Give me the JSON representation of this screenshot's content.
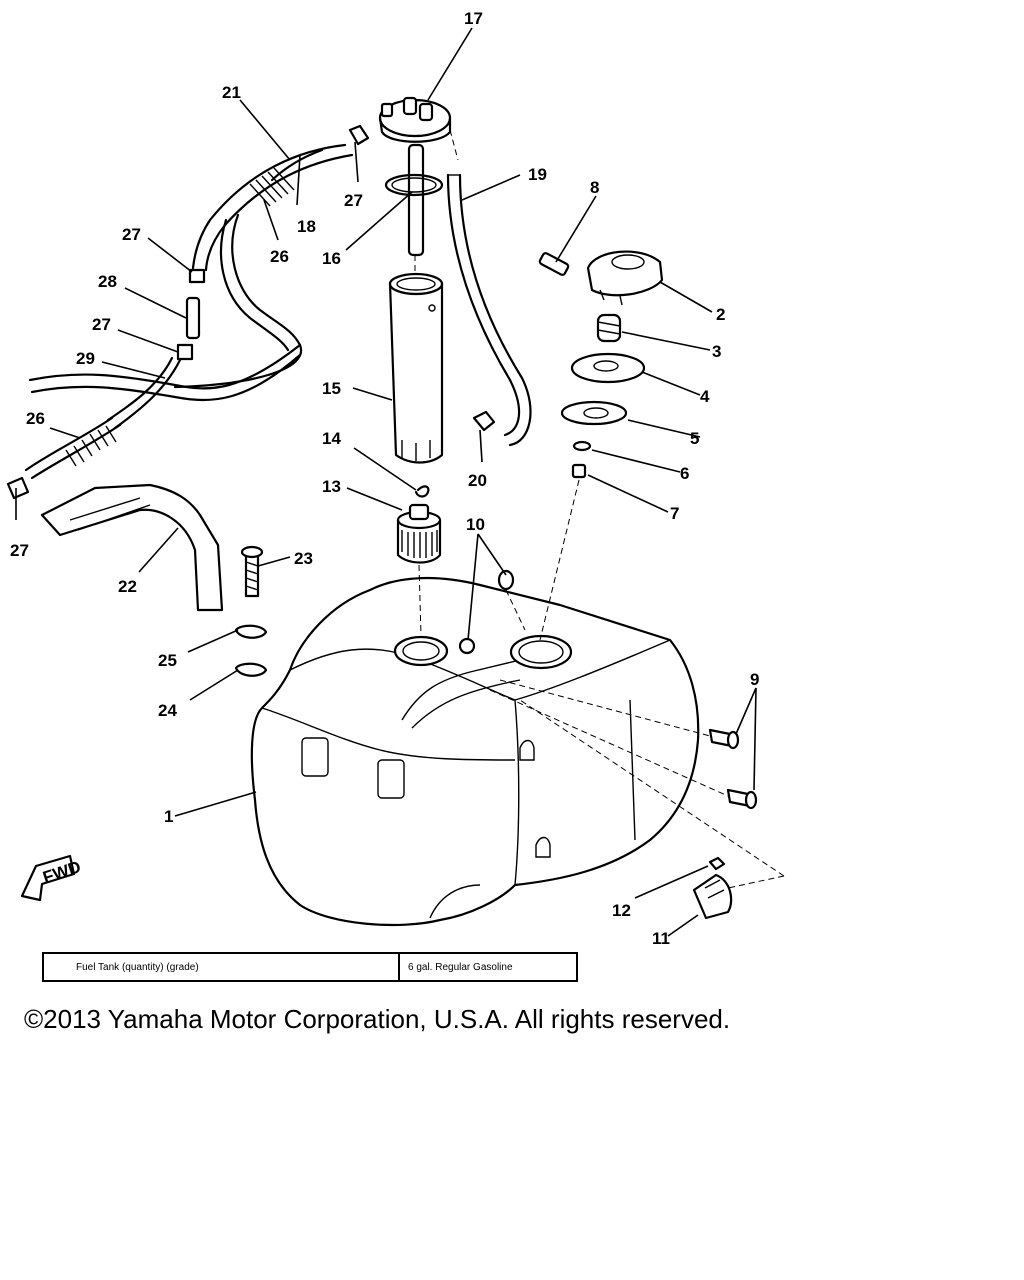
{
  "callouts": {
    "c1": "1",
    "c2": "2",
    "c3": "3",
    "c4": "4",
    "c5": "5",
    "c6": "6",
    "c7": "7",
    "c8": "8",
    "c9": "9",
    "c10": "10",
    "c11": "11",
    "c12": "12",
    "c13": "13",
    "c14": "14",
    "c15": "15",
    "c16": "16",
    "c17": "17",
    "c18": "18",
    "c19": "19",
    "c20": "20",
    "c21": "21",
    "c22": "22",
    "c23": "23",
    "c24": "24",
    "c25": "25",
    "c26a": "26",
    "c26b": "26",
    "c27a": "27",
    "c27b": "27",
    "c27c": "27",
    "c27d": "27",
    "c28": "28",
    "c29": "29"
  },
  "fwd_label": "FWD",
  "spec_table": {
    "label": "Fuel Tank (quantity) (grade)",
    "value": "6 gal. Regular Gasoline"
  },
  "copyright": "©2013 Yamaha Motor Corporation, U.S.A. All rights reserved."
}
